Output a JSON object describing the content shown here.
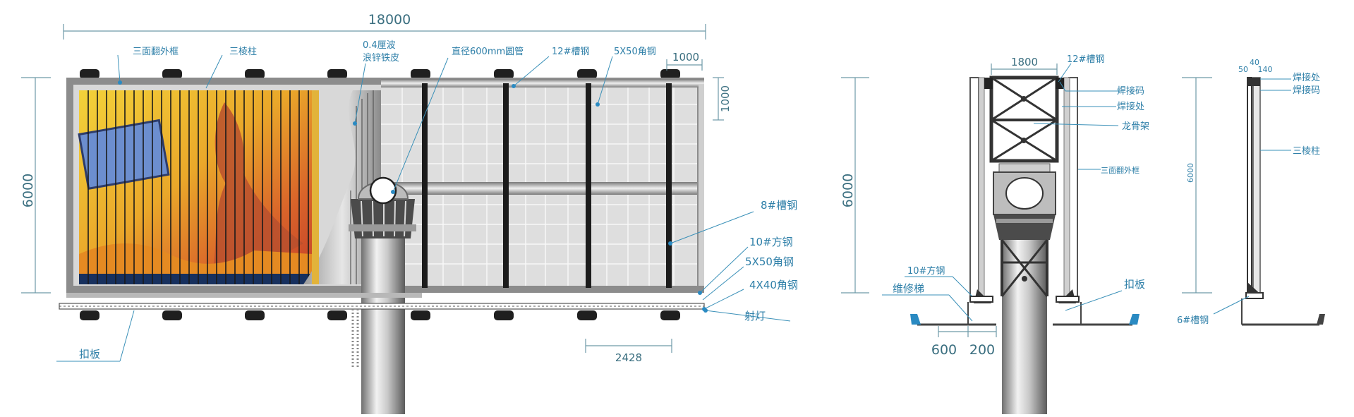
{
  "front": {
    "dim_width": "18000",
    "dim_height": "6000",
    "dim_top_right": "1000",
    "dim_side_right": "1000",
    "dim_bay": "2428",
    "labels": {
      "outer_frame": "三面翻外框",
      "prism": "三棱柱",
      "sheet_line1": "0.4厘波",
      "sheet_line2": "浪锌铁皮",
      "pipe": "直径600mm圆管",
      "channel12": "12#槽钢",
      "angle5x50_top": "5X50角钢",
      "channel8": "8#槽钢",
      "square10": "10#方钢",
      "angle5x50": "5X50角钢",
      "angle4x40": "4X40角钢",
      "spotlight": "射灯",
      "clip_plate": "扣板"
    }
  },
  "side": {
    "dim_width": "1800",
    "dim_height": "6000",
    "dim_bottom_left": "600",
    "dim_bottom_right": "200",
    "labels": {
      "channel12": "12#槽钢",
      "weld_code": "焊接码",
      "weld_point": "焊接处",
      "keel": "龙骨架",
      "outer_frame": "三面翻外框",
      "square10": "10#方钢",
      "ladder": "维修梯",
      "clip_plate": "扣板"
    }
  },
  "detail": {
    "dim_height": "6000",
    "dim_top_a": "40",
    "dim_top_b": "50",
    "dim_top_c": "140",
    "labels": {
      "weld_point": "焊接处",
      "weld_code": "焊接码",
      "prism": "三棱柱",
      "channel6": "6#槽钢"
    }
  },
  "colors": {
    "dimension": "#6e9aa8",
    "leader": "#3a90b8",
    "frame": "#8c8c8c",
    "panel": "#dcdcdc",
    "poster_warm": "#e8b020"
  }
}
